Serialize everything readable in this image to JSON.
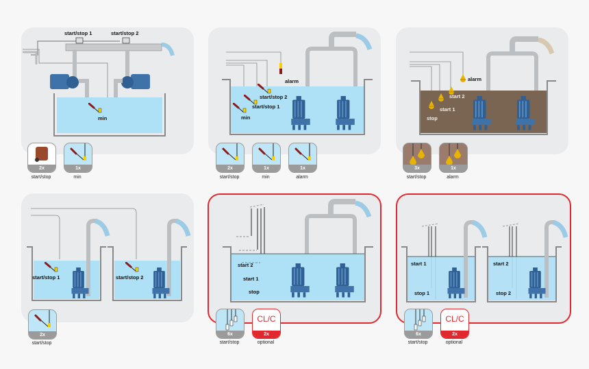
{
  "colors": {
    "water": "#aee0f6",
    "sludge": "#7a6452",
    "panel_bg": "#eaebed",
    "highlight_border": "#e0282e",
    "badge_gray": "#9b9b9b",
    "pump_blue": "#3f72a8",
    "float_yellow": "#f5d000",
    "float_red": "#8b1a1a",
    "bulb_yellow": "#e8b400"
  },
  "panels": [
    {
      "id": "surface-pumps-booster",
      "highlighted": false,
      "labels": [
        "start/stop 1",
        "start/stop 2",
        "min"
      ],
      "badges": [
        {
          "icon": "pressure-switch-icon",
          "count": "2x",
          "caption": "start/stop"
        },
        {
          "icon": "float-switch-icon",
          "count": "1x",
          "caption": "min"
        }
      ]
    },
    {
      "id": "submersible-duplex-clean-water",
      "highlighted": false,
      "labels": [
        "alarm",
        "start/stop 2",
        "start/stop 1",
        "min"
      ],
      "badges": [
        {
          "icon": "float-switch-icon",
          "count": "2x",
          "caption": "start/stop"
        },
        {
          "icon": "float-switch-icon",
          "count": "1x",
          "caption": "min"
        },
        {
          "icon": "float-switch-icon",
          "count": "1x",
          "caption": "alarm"
        }
      ]
    },
    {
      "id": "submersible-duplex-sewage",
      "highlighted": false,
      "labels": [
        "alarm",
        "start 2",
        "start 1",
        "stop"
      ],
      "badges": [
        {
          "icon": "bulb-float-icon",
          "count": "3x",
          "caption": "start/stop"
        },
        {
          "icon": "bulb-float-icon",
          "count": "1x",
          "caption": "alarm"
        }
      ]
    },
    {
      "id": "two-separate-tanks-float",
      "highlighted": false,
      "labels": [
        "start/stop 1",
        "start/stop 2"
      ],
      "badges": [
        {
          "icon": "float-switch-icon",
          "count": "2x",
          "caption": "start/stop"
        }
      ]
    },
    {
      "id": "submersible-duplex-electrodes",
      "highlighted": true,
      "labels": [
        "start 2",
        "start 1",
        "stop"
      ],
      "badges": [
        {
          "icon": "electrode-probe-icon",
          "count": "6x",
          "caption": "start/stop"
        },
        {
          "icon": "clc-controller-icon",
          "text": "CL/C",
          "count": "2x",
          "caption": "optional"
        }
      ]
    },
    {
      "id": "two-separate-tanks-electrodes",
      "highlighted": true,
      "labels": [
        "start 1",
        "stop 1",
        "start 2",
        "stop 2"
      ],
      "badges": [
        {
          "icon": "electrode-probe-icon",
          "count": "6x",
          "caption": "start/stop"
        },
        {
          "icon": "clc-controller-icon",
          "text": "CL/C",
          "count": "2x",
          "caption": "optional"
        }
      ]
    }
  ]
}
